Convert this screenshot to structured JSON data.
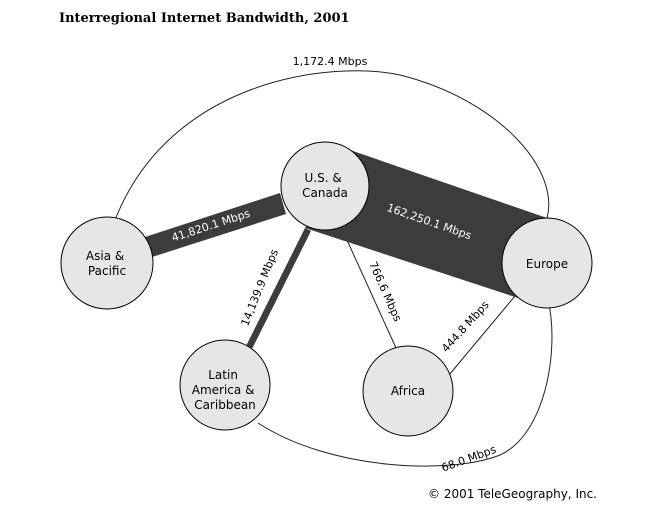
{
  "title": "Interregional Internet Bandwidth, 2001",
  "credit": "© 2001 TeleGeography, Inc.",
  "colors": {
    "node_fill": "#e6e6e6",
    "band": "#3c3c3c",
    "line": "#222222",
    "background": "#ffffff"
  },
  "nodes": {
    "us": [
      "U.S. &",
      "Canada"
    ],
    "asia": [
      "Asia &",
      "Pacific"
    ],
    "europe": [
      "Europe"
    ],
    "latam": [
      "Latin",
      "America &",
      "Caribbean"
    ],
    "africa": [
      "Africa"
    ]
  },
  "links": {
    "us_europe": "162,250.1 Mbps",
    "us_asia": "41,820.1 Mbps",
    "us_latam": "14,139.9 Mbps",
    "us_africa": "766.6 Mbps",
    "europe_africa": "444.8 Mbps",
    "asia_europe": "1,172.4 Mbps",
    "latam_europe": "68.0 Mbps"
  }
}
